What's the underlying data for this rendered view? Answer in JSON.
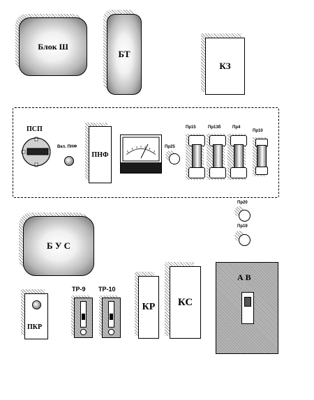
{
  "labels": {
    "blok_sh": "Блок Ш",
    "bt": "БТ",
    "kz": "КЗ",
    "psp": "ПСП",
    "vkl_pnf": "Вкл. ПНФ",
    "pnf": "ПНФ",
    "pr25": "Пр25",
    "pr15": "Пр15",
    "pr13b": "Пр13б",
    "pr4": "Пр4",
    "pr10": "Пр10",
    "pr20": "Пр20",
    "pr19": "Пр19",
    "bus": "Б У С",
    "pkr": "ПКР",
    "tr9": "ТР-9",
    "tr10": "ТР-10",
    "kr": "КР",
    "ks": "КС",
    "av": "А В"
  }
}
